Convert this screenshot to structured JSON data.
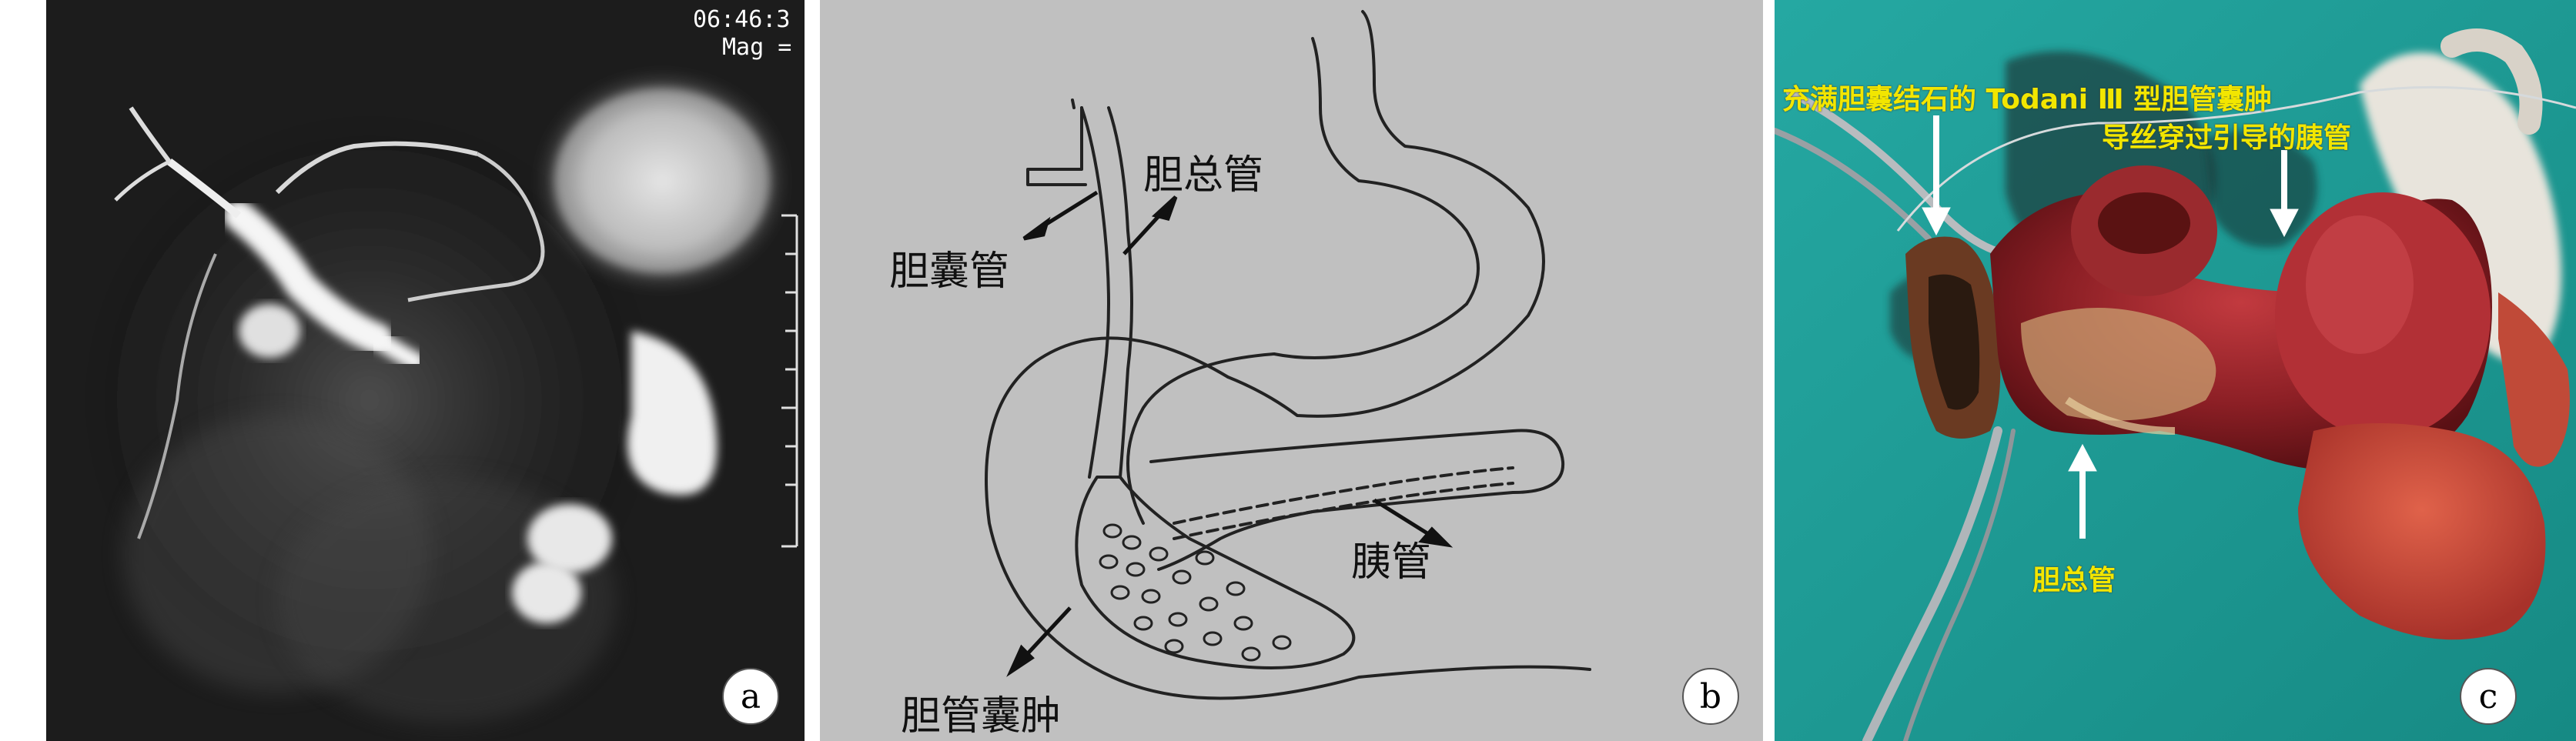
{
  "panel_a": {
    "overlay_line1": "06:46:3",
    "overlay_line2": "Mag =",
    "letter": "a"
  },
  "panel_b": {
    "label_cbd": "胆总管",
    "label_cystic_duct": "胆囊管",
    "label_pancreatic_duct": "胰管",
    "label_choledochal_cyst": "胆管囊肿",
    "letter": "b"
  },
  "panel_c": {
    "label_cyst": "充满胆囊结石的 Todani Ⅲ 型胆管囊肿",
    "label_guidewire": "导丝穿过引导的胰管",
    "label_cbd": "胆总管",
    "letter": "c"
  },
  "colors": {
    "annotation_yellow": "#f2e600",
    "panel_b_background": "#c0c0c0",
    "surgical_drape": "#1f9b95",
    "mri_background": "#1a1a1a"
  }
}
